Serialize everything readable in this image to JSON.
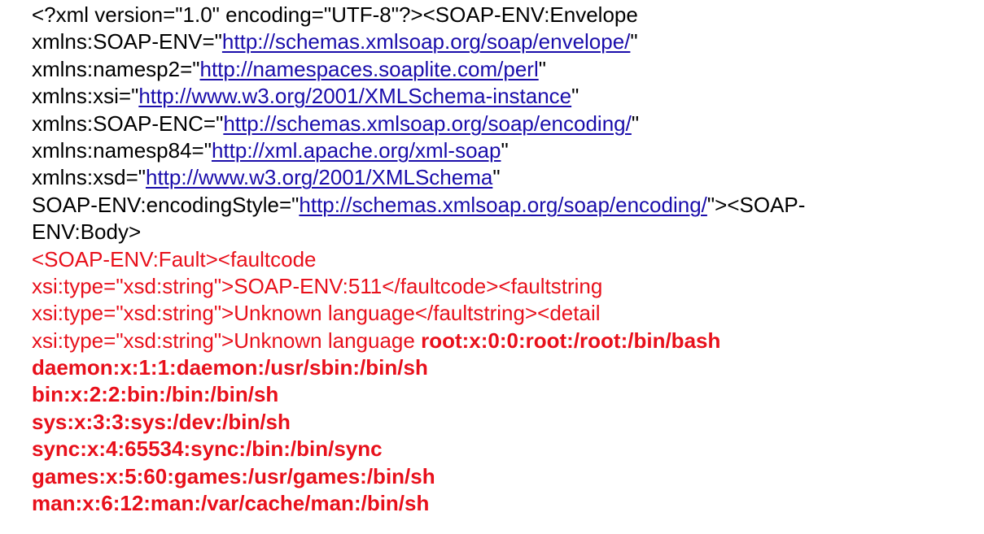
{
  "document": {
    "lines": [
      {
        "segments": [
          {
            "text": "<?xml version=\"1.0\" encoding=\"UTF-8\"?><SOAP-ENV:Envelope"
          }
        ]
      },
      {
        "segments": [
          {
            "text": "xmlns:SOAP-ENV=\""
          },
          {
            "text": "http://schemas.xmlsoap.org/soap/envelope/",
            "link": true
          },
          {
            "text": "\""
          }
        ]
      },
      {
        "segments": [
          {
            "text": "xmlns:namesp2=\""
          },
          {
            "text": "http://namespaces.soaplite.com/perl",
            "link": true
          },
          {
            "text": "\""
          }
        ]
      },
      {
        "segments": [
          {
            "text": "xmlns:xsi=\""
          },
          {
            "text": "http://www.w3.org/2001/XMLSchema-instance",
            "link": true
          },
          {
            "text": "\""
          }
        ]
      },
      {
        "segments": [
          {
            "text": "xmlns:SOAP-ENC=\""
          },
          {
            "text": "http://schemas.xmlsoap.org/soap/encoding/",
            "link": true
          },
          {
            "text": "\""
          }
        ]
      },
      {
        "segments": [
          {
            "text": "xmlns:namesp84=\""
          },
          {
            "text": "http://xml.apache.org/xml-soap",
            "link": true
          },
          {
            "text": "\""
          }
        ]
      },
      {
        "segments": [
          {
            "text": "xmlns:xsd=\""
          },
          {
            "text": "http://www.w3.org/2001/XMLSchema",
            "link": true
          },
          {
            "text": "\""
          }
        ]
      },
      {
        "segments": [
          {
            "text": "SOAP-ENV:encodingStyle=\""
          },
          {
            "text": "http://schemas.xmlsoap.org/soap/encoding/",
            "link": true
          },
          {
            "text": "\"><SOAP-"
          }
        ]
      },
      {
        "segments": [
          {
            "text": "ENV:Body>"
          }
        ]
      },
      {
        "segments": [
          {
            "text": "<SOAP-ENV:Fault><faultcode",
            "red": true
          }
        ]
      },
      {
        "segments": [
          {
            "text": "xsi:type=\"xsd:string\">SOAP-ENV:511</faultcode><faultstring",
            "red": true
          }
        ]
      },
      {
        "segments": [
          {
            "text": "xsi:type=\"xsd:string\">Unknown language</faultstring><detail",
            "red": true
          }
        ]
      },
      {
        "segments": [
          {
            "text": "xsi:type=\"xsd:string\">Unknown language ",
            "red": true
          },
          {
            "text": "root:x:0:0:root:/root:/bin/bash",
            "red": true,
            "bold": true
          }
        ]
      },
      {
        "segments": [
          {
            "text": "daemon:x:1:1:daemon:/usr/sbin:/bin/sh",
            "red": true,
            "bold": true
          }
        ]
      },
      {
        "segments": [
          {
            "text": "bin:x:2:2:bin:/bin:/bin/sh",
            "red": true,
            "bold": true
          }
        ]
      },
      {
        "segments": [
          {
            "text": "sys:x:3:3:sys:/dev:/bin/sh",
            "red": true,
            "bold": true
          }
        ]
      },
      {
        "segments": [
          {
            "text": "sync:x:4:65534:sync:/bin:/bin/sync",
            "red": true,
            "bold": true
          }
        ]
      },
      {
        "segments": [
          {
            "text": "games:x:5:60:games:/usr/games:/bin/sh",
            "red": true,
            "bold": true
          }
        ]
      },
      {
        "segments": [
          {
            "text": "man:x:6:12:man:/var/cache/man:/bin/sh",
            "red": true,
            "bold": true
          }
        ]
      }
    ]
  },
  "colors": {
    "text": "#000000",
    "link": "#1a0dab",
    "error": "#e8101b",
    "background": "#ffffff"
  }
}
